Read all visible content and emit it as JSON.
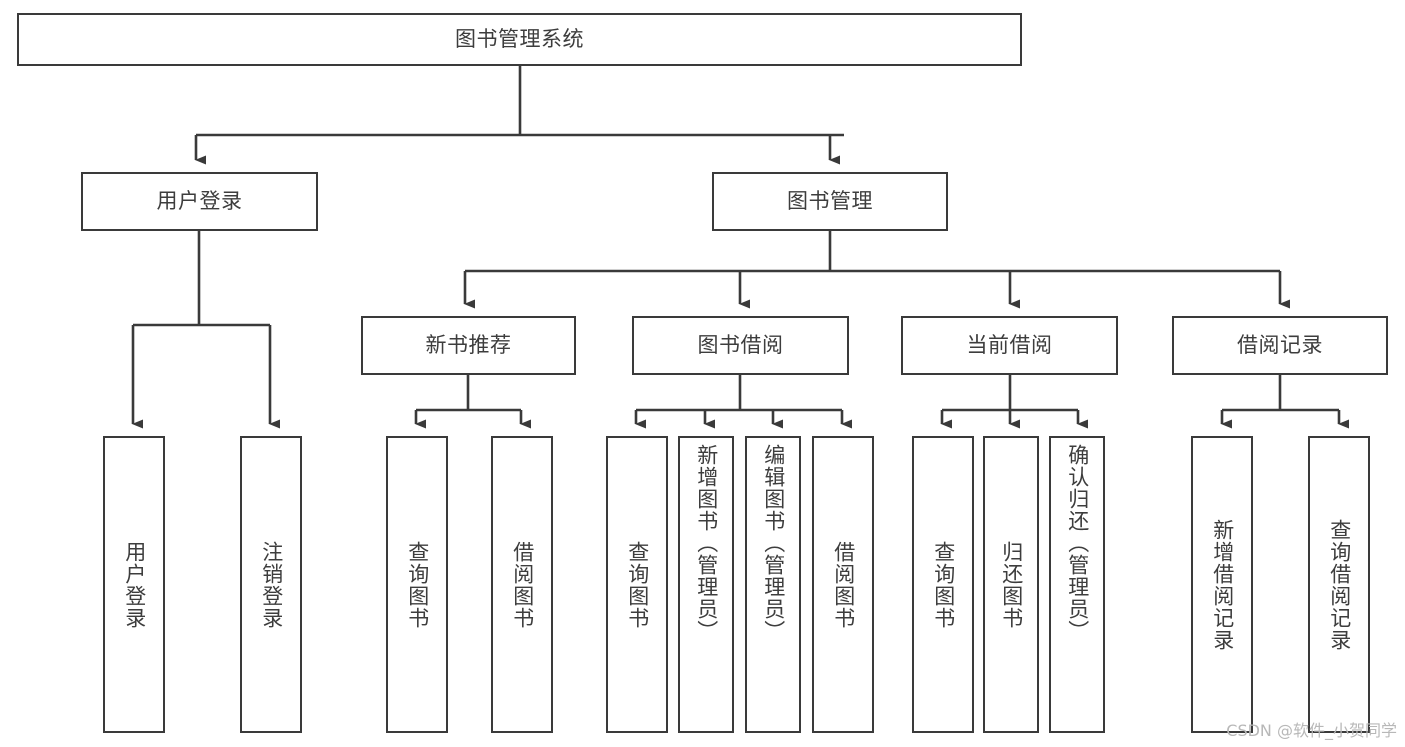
{
  "diagram": {
    "type": "hierarchy-tree",
    "title": "图书管理系统",
    "watermark": "CSDN @软件_小贺同学",
    "colors": {
      "border": "#3a3a3a",
      "text": "#3d3d3d",
      "background": "#ffffff",
      "watermark": "#b8b8b8"
    },
    "root": {
      "label": "图书管理系统"
    },
    "level2": [
      {
        "label": "用户登录"
      },
      {
        "label": "图书管理"
      }
    ],
    "level3": [
      {
        "label": "新书推荐"
      },
      {
        "label": "图书借阅"
      },
      {
        "label": "当前借阅"
      },
      {
        "label": "借阅记录"
      }
    ],
    "leaves": {
      "user_login": [
        {
          "label": "用户登录"
        },
        {
          "label": "注销登录"
        }
      ],
      "new_book_recommend": [
        {
          "label": "查询图书"
        },
        {
          "label": "借阅图书"
        }
      ],
      "book_borrow": [
        {
          "label": "查询图书"
        },
        {
          "label": "新增图书（管理员）"
        },
        {
          "label": "编辑图书（管理员）"
        },
        {
          "label": "借阅图书"
        }
      ],
      "current_borrow": [
        {
          "label": "查询图书"
        },
        {
          "label": "归还图书"
        },
        {
          "label": "确认归还（管理员）"
        }
      ],
      "borrow_record": [
        {
          "label": "新增借阅记录"
        },
        {
          "label": "查询借阅记录"
        }
      ]
    }
  }
}
